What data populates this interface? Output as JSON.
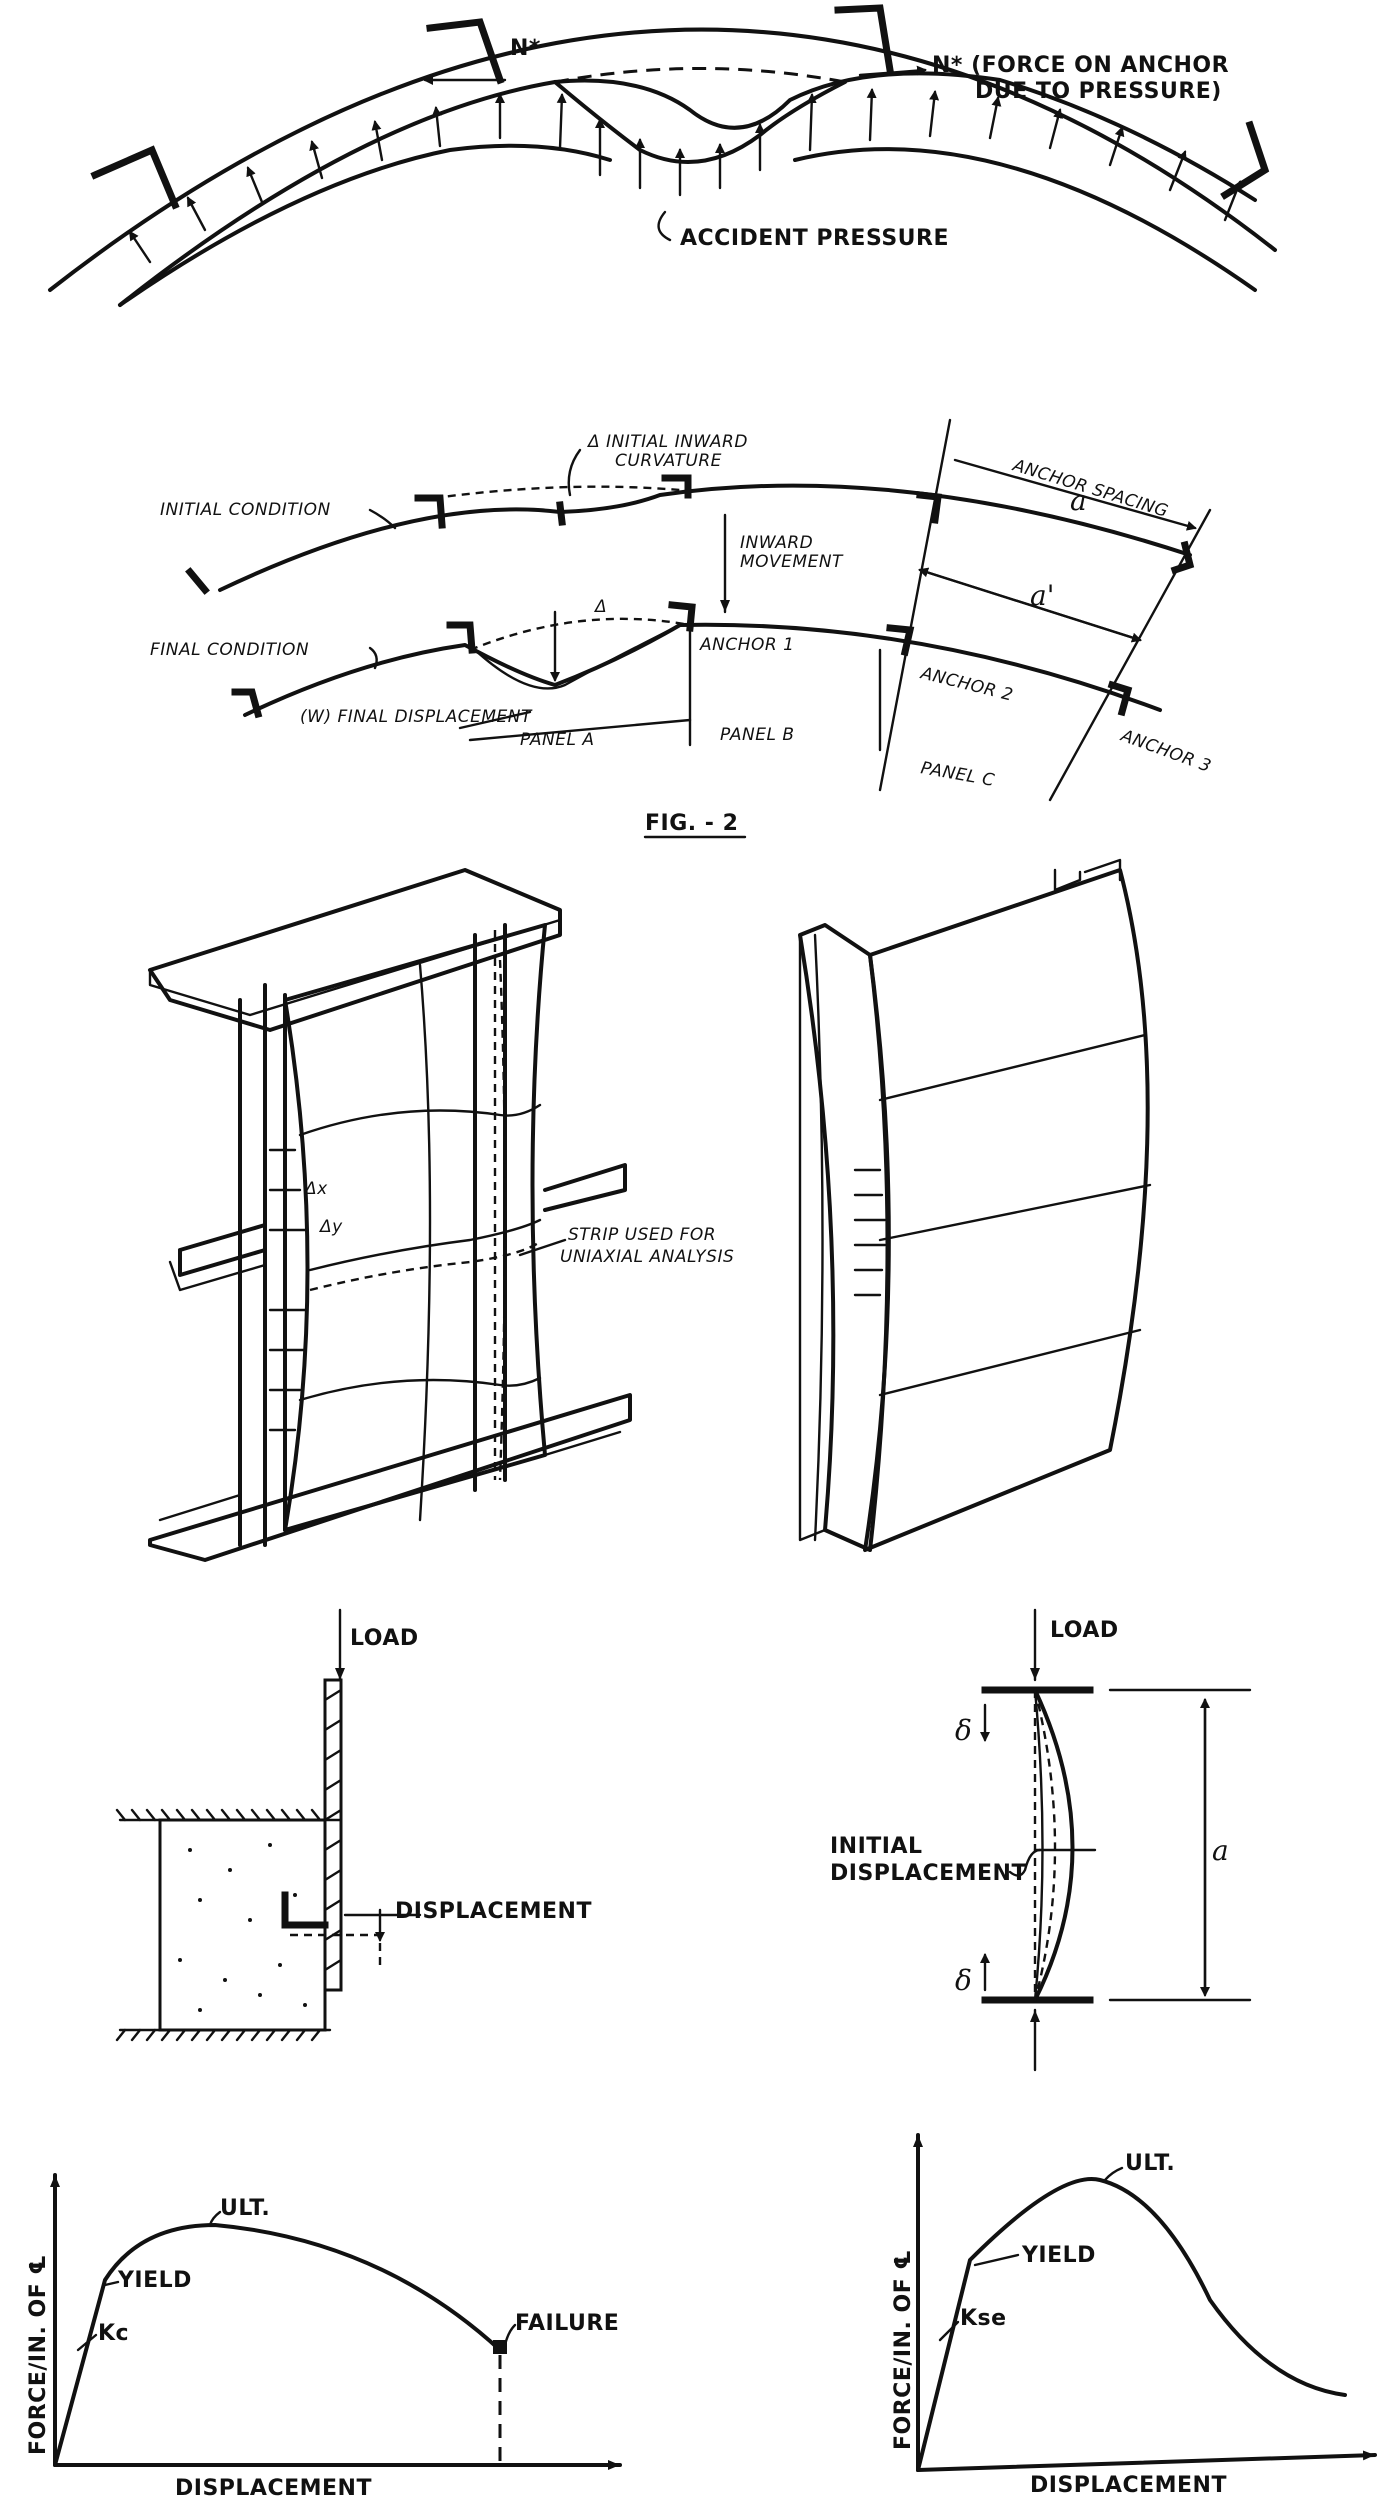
{
  "fig1": {
    "anchor_force_symbol": "N*",
    "anchor_force_note_line1": "N* (FORCE ON ANCHOR",
    "anchor_force_note_line2": "DUE TO PRESSURE)",
    "pressure_label": "ACCIDENT PRESSURE"
  },
  "fig2": {
    "caption": "FIG. - 2",
    "initial_condition": "INITIAL CONDITION",
    "final_condition": "FINAL CONDITION",
    "initial_curvature_line1": "Δ INITIAL INWARD",
    "initial_curvature_line2": "CURVATURE",
    "inward_movement_line1": "INWARD",
    "inward_movement_line2": "MOVEMENT",
    "delta_symbol": "Δ",
    "anchor_spacing": "ANCHOR SPACING",
    "spacing_a": "a",
    "spacing_a_prime": "a'",
    "anchor_1": "ANCHOR 1",
    "anchor_2": "ANCHOR 2",
    "anchor_3": "ANCHOR 3",
    "final_displacement": "(W) FINAL DISPLACEMENT",
    "panel_a": "PANEL A",
    "panel_b": "PANEL B",
    "panel_c": "PANEL C"
  },
  "fig3": {
    "dx": "Δx",
    "dy": "Δy",
    "strip_line1": "STRIP USED FOR",
    "strip_line2": "UNIAXIAL ANALYSIS"
  },
  "fig4": {
    "load_left": "LOAD",
    "displacement": "DISPLACEMENT",
    "load_right": "LOAD",
    "delta_top": "δ",
    "delta_bottom": "δ",
    "initial_disp_line1": "INITIAL",
    "initial_disp_line2": "DISPLACEMENT",
    "length_a": "a"
  },
  "fig5": {
    "left": {
      "ylabel": "FORCE/IN. OF ℄",
      "xlabel": "DISPLACEMENT",
      "ult": "ULT.",
      "yield": "YIELD",
      "stiffness": "Kc",
      "failure": "FAILURE"
    },
    "right": {
      "ylabel": "FORCE/IN. OF ℄",
      "xlabel": "DISPLACEMENT",
      "ult": "ULT.",
      "yield": "YIELD",
      "stiffness": "Kse"
    }
  }
}
